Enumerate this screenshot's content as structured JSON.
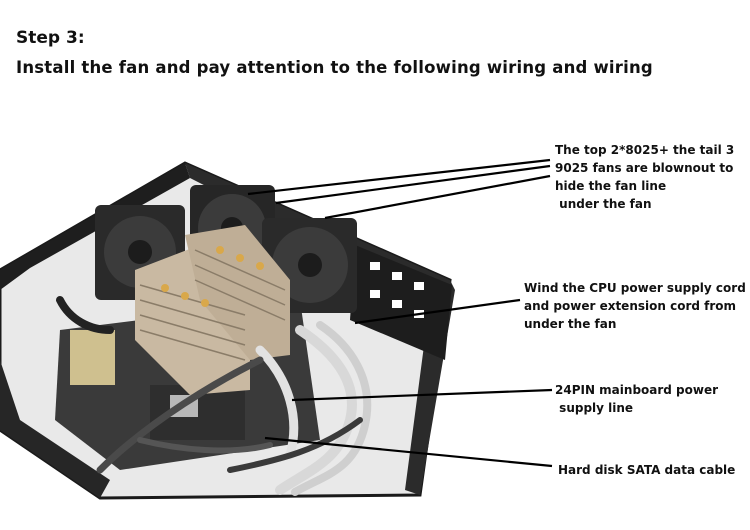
{
  "step_title": "Step 3:",
  "subtitle": "Install the fan and pay attention to the following wiring and wiring",
  "callouts": [
    {
      "text": "The top 2*8025+ the tail 3\n9025 fans are blownout to\nhide the fan line\n under the fan"
    },
    {
      "text": "Wind the CPU power supply cord\nand power extension cord from\nunder the fan"
    },
    {
      "text": "24PIN mainboard power\n supply line"
    },
    {
      "text": "Hard disk SATA data cable"
    }
  ],
  "colors": {
    "case_frame": "#1a1a1a",
    "heatsink": "#c9b9a2",
    "fan": "#2a2a2a",
    "cable": "#d8d8d8"
  }
}
